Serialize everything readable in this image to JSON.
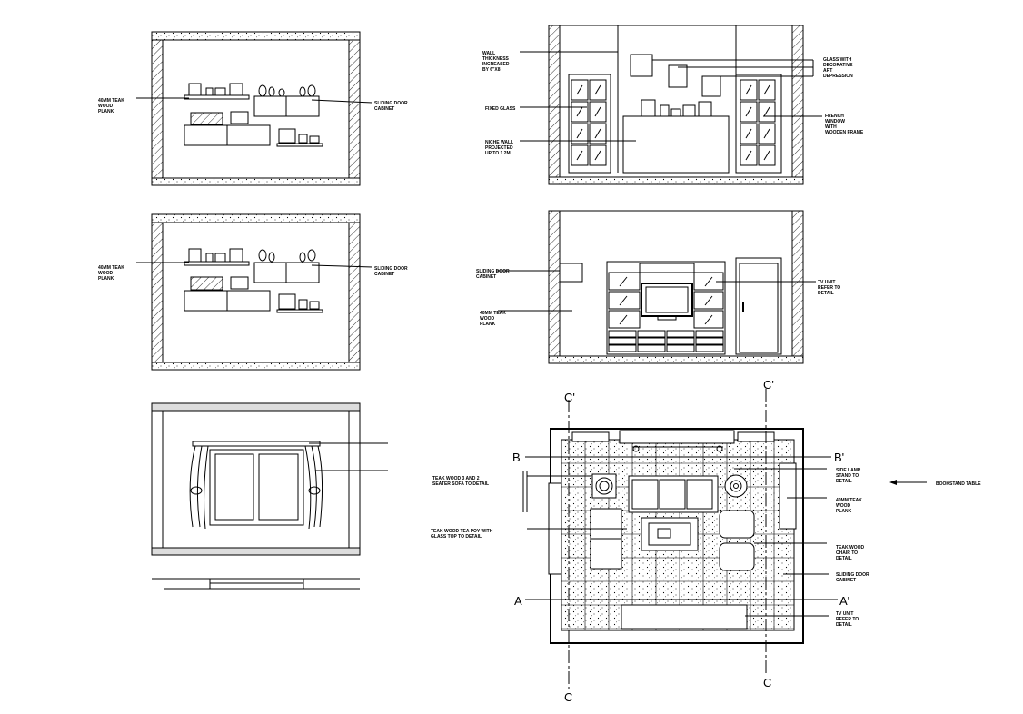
{
  "elevation_1": {
    "left_note": "40MM TEAK\nWOOD\nPLANK",
    "right_note": "SLIDING DOOR\nCABINET"
  },
  "elevation_2": {
    "note_1": "WALL\nTHICKNESS\nINCREASED\nBY 6\"X8",
    "note_2": "FIXED GLASS",
    "note_3": "NICHE WALL\nPROJECTED\nUP TO 1.2M",
    "note_4": "GLASS WITH\nDECORATIVE\nART\nDEPRESSION",
    "note_5": "FRENCH\nWINDOW\nWITH\nWOODEN FRAME"
  },
  "elevation_3": {
    "left_note": "40MM TEAK\nWOOD\nPLANK",
    "right_note": "SLIDING DOOR\nCABINET"
  },
  "elevation_4": {
    "note_1": "SLIDING DOOR\nCABINET",
    "note_2": "40MM TEAK\nWOOD\nPLANK",
    "note_3": "TV UNIT\nREFER TO\nDETAIL"
  },
  "plan": {
    "note_sofa": "TEAK WOOD 3 AND 2\nSEATER SOFA TO DETAIL",
    "note_table": "TEAK WOOD TEA POY WITH\nGLASS TOP TO DETAIL",
    "note_lamp": "SIDE LAMP\nSTAND TO\nDETAIL",
    "note_bookstand": "BOOKSTAND TABLE",
    "note_plank": "40MM TEAK\nWOOD\nPLANK",
    "note_chair": "TEAK WOOD\nCHAIR TO\nDETAIL",
    "note_cabinet": "SLIDING DOOR\nCABINET",
    "note_tv": "TV UNIT\nREFER TO\nDETAIL",
    "section_labels": {
      "a": "A",
      "a_prime": "A'",
      "b": "B",
      "b_prime": "B'",
      "c_top": "C'",
      "c_bottom": "C",
      "c2_top": "C'",
      "c2_bottom": "C"
    }
  }
}
